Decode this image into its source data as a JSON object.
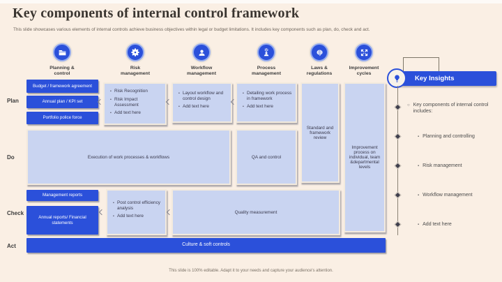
{
  "slide": {
    "title": "Key components of internal control framework",
    "subtitle": "This slide showcases various elements of internal controls achieve business objectives within legal or budget limitations. It includes key components such as plan, do, check and act.",
    "footer": "This slide is 100% editable. Adapt it to your needs and capture your audience's attention."
  },
  "colors": {
    "background": "#FAEFE4",
    "primary_blue": "#2B50DA",
    "light_box": "#C9D4F1",
    "text_dark": "#3C3C3C"
  },
  "columns": [
    {
      "label": "Planning & control",
      "icon": "folder-icon"
    },
    {
      "label": "Risk management",
      "icon": "gear-icon"
    },
    {
      "label": "Workflow management",
      "icon": "person-icon"
    },
    {
      "label": "Process management",
      "icon": "person-gear-icon"
    },
    {
      "label": "Laws & regulations",
      "icon": "brain-icon"
    },
    {
      "label": "Improvement cycles",
      "icon": "expand-arrows-icon"
    }
  ],
  "rows": {
    "plan": "Plan",
    "do": "Do",
    "check": "Check",
    "act": "Act"
  },
  "plan": {
    "planning_items": [
      "Budget / framework agreement",
      "Annual plan / KPI set",
      "Portfolio police force"
    ],
    "risk_items": [
      "Risk Recognition",
      "Risk Impact Assessment",
      "Add text here"
    ],
    "workflow_items": [
      "Layout workflow and control design",
      "Add text here"
    ],
    "process_items": [
      "Detailing work process in framework",
      "Add text here"
    ],
    "laws_box": "Standard and framework review",
    "improvement_box": "Improvement process on individual, team &departmental levels"
  },
  "do": {
    "execution_box": "Execution of work processes & workflows",
    "qa_box": "QA and control"
  },
  "check": {
    "report_items": [
      "Management reports",
      "Annual reports/ Financial statements"
    ],
    "post_control_items": [
      "Post control efficiency analysis",
      "Add text here"
    ],
    "quality_box": "Quality measurement"
  },
  "act": {
    "culture_bar": "Culture & soft controls"
  },
  "key_insights": {
    "title": "Key Insights",
    "bullets": [
      "Key components of internal control includes:",
      "Planning and controlling",
      "Risk management",
      "Workflow management",
      "Add text here"
    ]
  }
}
